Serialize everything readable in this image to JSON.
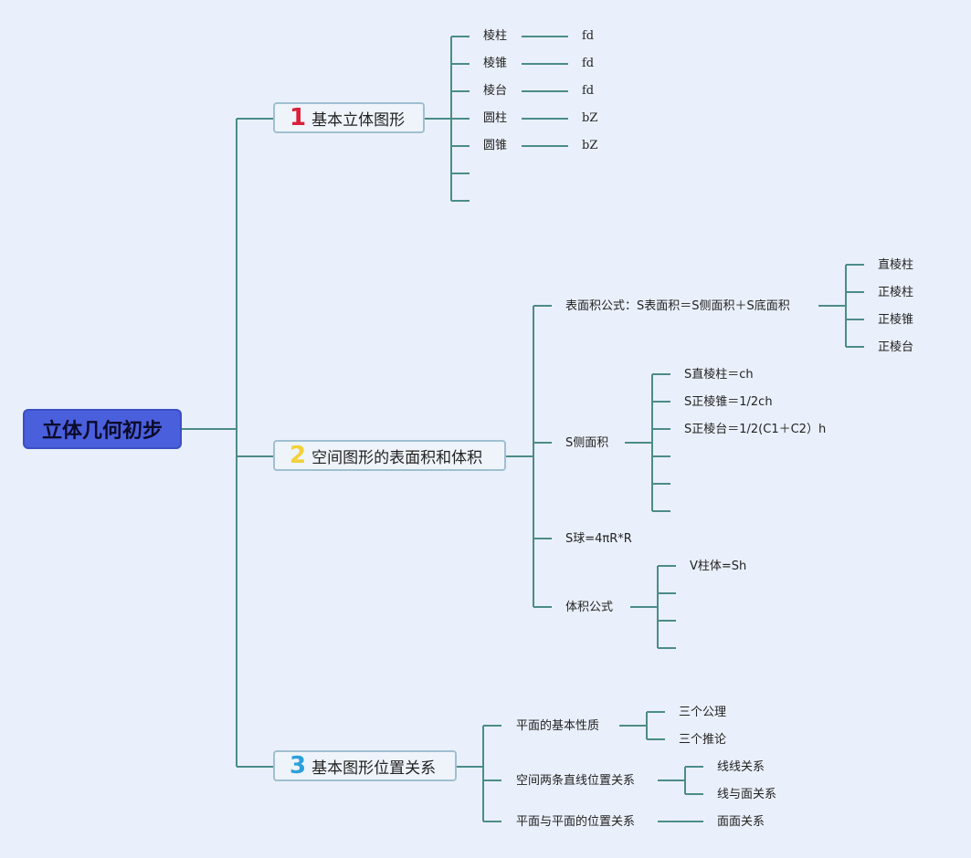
{
  "root": {
    "label": "立体几何初步"
  },
  "topic1": {
    "number": "1",
    "label": "基本立体图形",
    "items": [
      {
        "name": "棱柱",
        "value": "fd"
      },
      {
        "name": "棱锥",
        "value": "fd"
      },
      {
        "name": "棱台",
        "value": "fd"
      },
      {
        "name": "圆柱",
        "value": "bZ"
      },
      {
        "name": "圆锥",
        "value": "bZ"
      }
    ]
  },
  "topic2": {
    "number": "2",
    "label": "空间图形的表面积和体积",
    "surface_formula": {
      "label": "表面积公式：S表面积＝S侧面积＋S底面积",
      "items": [
        "直棱柱",
        "正棱柱",
        "正棱锥",
        "正棱台"
      ]
    },
    "lateral_area": {
      "label": "S侧面积",
      "items": [
        "S直棱柱＝ch",
        "S正棱锥＝1/2ch",
        "S正棱台＝1/2(C1＋C2）h"
      ]
    },
    "sphere": {
      "label": "S球=4πR*R"
    },
    "volume_formula": {
      "label": "体积公式",
      "items": [
        "V柱体=Sh"
      ]
    }
  },
  "topic3": {
    "number": "3",
    "label": "基本图形位置关系",
    "plane_props": {
      "label": "平面的基本性质",
      "items": [
        "三个公理",
        "三个推论"
      ]
    },
    "line_relations": {
      "label": "空间两条直线位置关系",
      "items": [
        "线线关系",
        "线与面关系"
      ]
    },
    "plane_relations": {
      "label": "平面与平面的位置关系",
      "items": [
        "面面关系"
      ]
    }
  },
  "colors": {
    "line": "#4b8c8a",
    "root_bg": "#4a5fdc",
    "topic_border": "#9fbfd1",
    "background": "#eaf0fb"
  }
}
